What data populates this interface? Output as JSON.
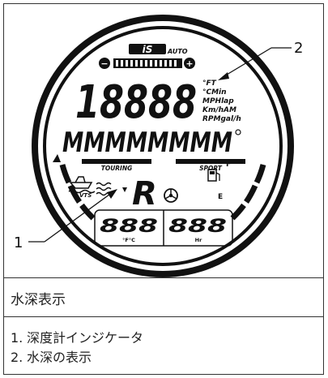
{
  "gauge": {
    "brand": "iS",
    "brand_sub": "AUTO",
    "main_digits": "18888",
    "units": [
      "°FT",
      "°CMin",
      "MPHlap",
      "Km/hAM",
      "RPMgal/h"
    ],
    "segments": "MMMMMMMM",
    "mode_left": "TOURING",
    "mode_right": "SPORT",
    "vts": "VTS",
    "gear": "R",
    "fuel_full": "F",
    "fuel_empty": "E",
    "small_left": "888",
    "small_right": "888",
    "small_left_unit": "°F°C",
    "small_right_unit": "Hr",
    "trim_minus": "−",
    "trim_plus": "+"
  },
  "callouts": {
    "one": "1",
    "two": "2"
  },
  "caption": "水深表示",
  "legend": [
    {
      "num": "1.",
      "text": "深度計インジケータ"
    },
    {
      "num": "2.",
      "text": "水深の表示"
    }
  ]
}
